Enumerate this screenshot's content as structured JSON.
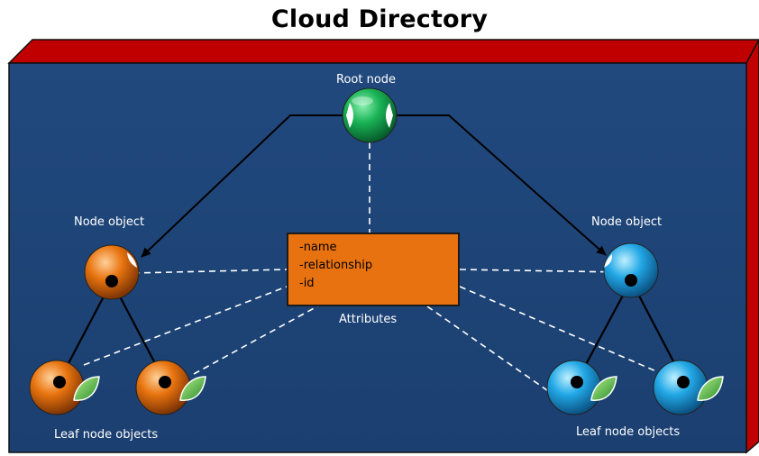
{
  "title": "Cloud Directory",
  "labels": {
    "root": "Root node",
    "node_left": "Node object",
    "node_right": "Node object",
    "attributes": "Attributes",
    "leaf_left": "Leaf node objects",
    "leaf_right": "Leaf node objects"
  },
  "attributes": [
    "-name",
    "-relationship",
    "-id"
  ],
  "colors": {
    "panel": "#1e4478",
    "frame": "#c00000",
    "root_node": "#11a04a",
    "left_nodes": "#e06a10",
    "right_nodes": "#1fa0e0",
    "attribute_box": "#e8720f",
    "leaf_badge": "#3aa83a"
  }
}
